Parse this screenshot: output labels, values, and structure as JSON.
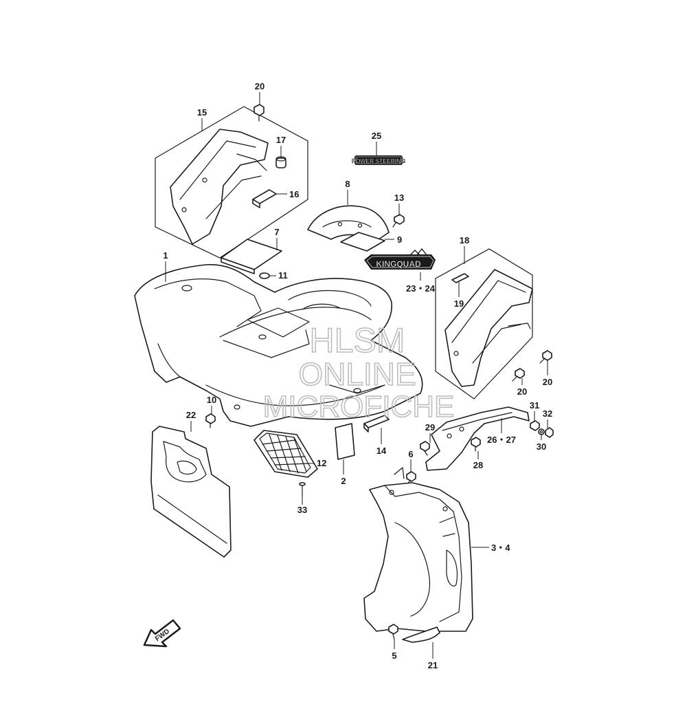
{
  "labels": {
    "l1": "1",
    "l2": "2",
    "l3_4": "3・4",
    "l5": "5",
    "l6": "6",
    "l7": "7",
    "l8": "8",
    "l9": "9",
    "l10": "10",
    "l11": "11",
    "l12": "12",
    "l13": "13",
    "l14": "14",
    "l15": "15",
    "l16": "16",
    "l17": "17",
    "l18": "18",
    "l19": "19",
    "l20a": "20",
    "l20b": "20",
    "l20c": "20",
    "l21": "21",
    "l22": "22",
    "l23_24": "23・24",
    "l25": "25",
    "l26_27": "26・27",
    "l28": "28",
    "l29": "29",
    "l30": "30",
    "l31": "31",
    "l32": "32",
    "l33": "33"
  },
  "decals": {
    "power_steering": "POWER STEERING",
    "kingquad": "KINGQUAD"
  },
  "fwd_label": "FWD",
  "watermark": {
    "line1": "HLSM",
    "line2": "ONLINE",
    "line3": "MICROFICHE"
  },
  "colors": {
    "ink": "#1a1a1a",
    "watermark": "#bdbdbd"
  }
}
